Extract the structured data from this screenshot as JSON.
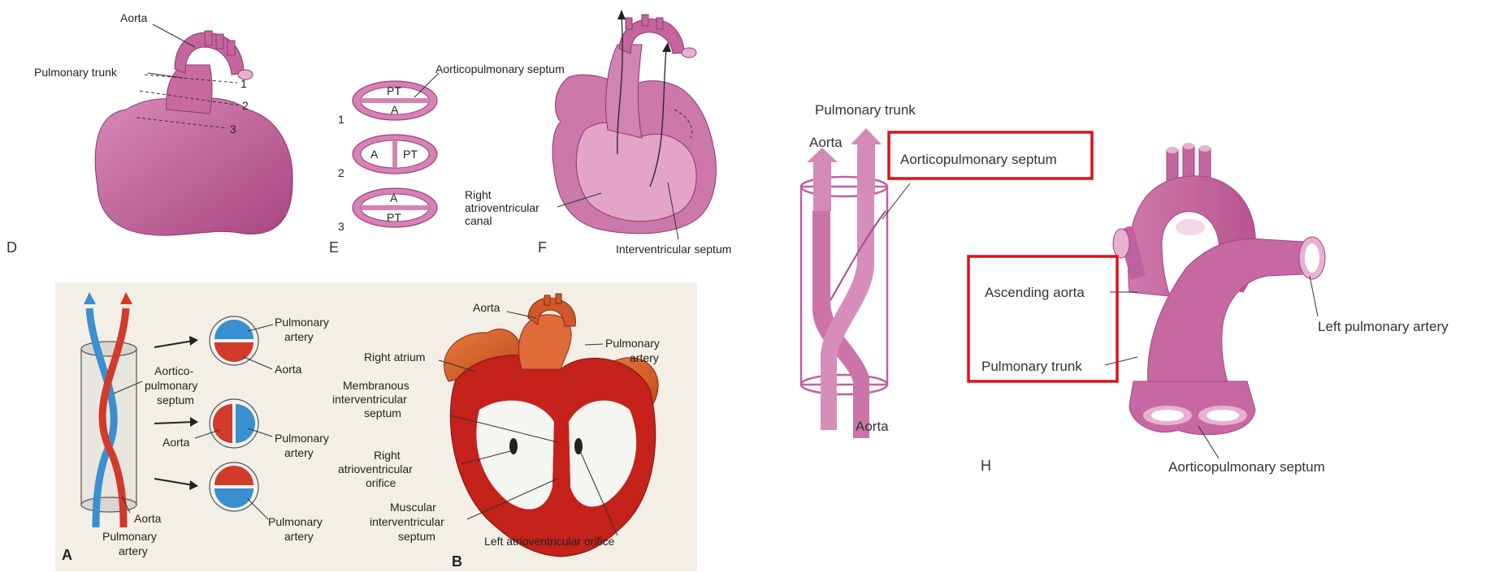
{
  "panel_d": {
    "letter": "D",
    "labels": {
      "aorta": "Aorta",
      "pulmonary_trunk": "Pulmonary trunk",
      "level1": "1",
      "level2": "2",
      "level3": "3"
    }
  },
  "panel_e": {
    "letter": "E",
    "septum_label": "Aorticopulmonary septum",
    "sections": [
      {
        "number": "1",
        "top": "PT",
        "bottom": "A"
      },
      {
        "number": "2",
        "left": "A",
        "right": "PT"
      },
      {
        "number": "3",
        "top": "A",
        "bottom": "PT"
      }
    ]
  },
  "panel_f": {
    "letter": "F",
    "labels": {
      "right_av_canal_1": "Right",
      "right_av_canal_2": "atrioventricular",
      "right_av_canal_3": "canal",
      "interventricular_septum": "Interventricular septum"
    }
  },
  "panel_a": {
    "letter": "A",
    "labels": {
      "pulm_artery_1_a": "Pulmonary",
      "pulm_artery_1_b": "artery",
      "aorta_1": "Aorta",
      "aortico_1": "Aortico-",
      "aortico_2": "pulmonary",
      "aortico_3": "septum",
      "aorta_2": "Aorta",
      "pulm_artery_2_a": "Pulmonary",
      "pulm_artery_2_b": "artery",
      "pulm_artery_3_a": "Pulmonary",
      "pulm_artery_3_b": "artery",
      "aorta_bottom": "Aorta",
      "pulm_bottom_a": "Pulmonary",
      "pulm_bottom_b": "artery"
    }
  },
  "panel_b": {
    "letter": "B",
    "labels": {
      "aorta": "Aorta",
      "pulmonary_artery_a": "Pulmonary",
      "pulmonary_artery_b": "artery",
      "right_atrium": "Right atrium",
      "membranous_a": "Membranous",
      "membranous_b": "interventricular",
      "membranous_c": "septum",
      "right_av_a": "Right",
      "right_av_b": "atrioventricular",
      "right_av_c": "orifice",
      "muscular_a": "Muscular",
      "muscular_b": "interventricular",
      "muscular_c": "septum",
      "left_av": "Left atrioventricular orifice"
    }
  },
  "panel_h": {
    "letter": "H",
    "labels": {
      "pulmonary_trunk_top": "Pulmonary trunk",
      "aorta_top": "Aorta",
      "aorticopulmonary_septum_boxed": "Aorticopulmonary septum",
      "aorta_bottom": "Aorta",
      "ascending_aorta": "Ascending aorta",
      "pulmonary_trunk_boxed": "Pulmonary trunk",
      "left_pulmonary_artery": "Left pulmonary artery",
      "aorticopulmonary_septum_bottom": "Aorticopulmonary septum"
    }
  },
  "colors": {
    "heart_pink": "#c4609a",
    "heart_dark": "#9e3f78",
    "section_pink": "#d483b4",
    "heart_orange": "#d2572a",
    "heart_red": "#c4221a",
    "aorta_red": "#d23a2a",
    "pulmonary_blue": "#3a8fd0",
    "panel_ab_bg": "#f3efe6",
    "highlight_red": "#e0101a"
  }
}
